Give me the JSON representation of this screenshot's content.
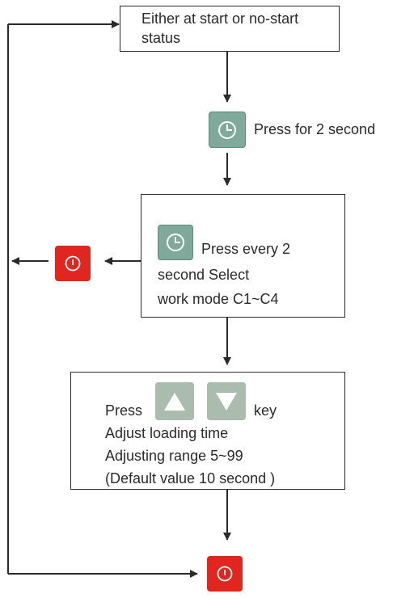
{
  "start_box": {
    "line1": "Either at start or no-start",
    "line2": "status"
  },
  "step_timer": {
    "icon": "clock-icon",
    "label": "Press for 2 second"
  },
  "mode_box": {
    "icon": "clock-icon",
    "line1": "Press every 2",
    "line2": "second Select",
    "line3": "work mode C1~C4"
  },
  "adjust_box": {
    "press_label": "Press",
    "up_icon": "up-triangle-icon",
    "down_icon": "down-triangle-icon",
    "key_label": "key",
    "line2": "Adjust loading time",
    "line3": "Adjusting range 5~99",
    "line4": "(Default value 10 second )"
  },
  "power_keys": {
    "icon": "power-icon"
  },
  "colors": {
    "timer_key": "#7fa99a",
    "timer_key_border": "#5d8a79",
    "arrow_key": "#a9bcae",
    "power_key": "#e0261e",
    "line": "#2b2b2b"
  }
}
